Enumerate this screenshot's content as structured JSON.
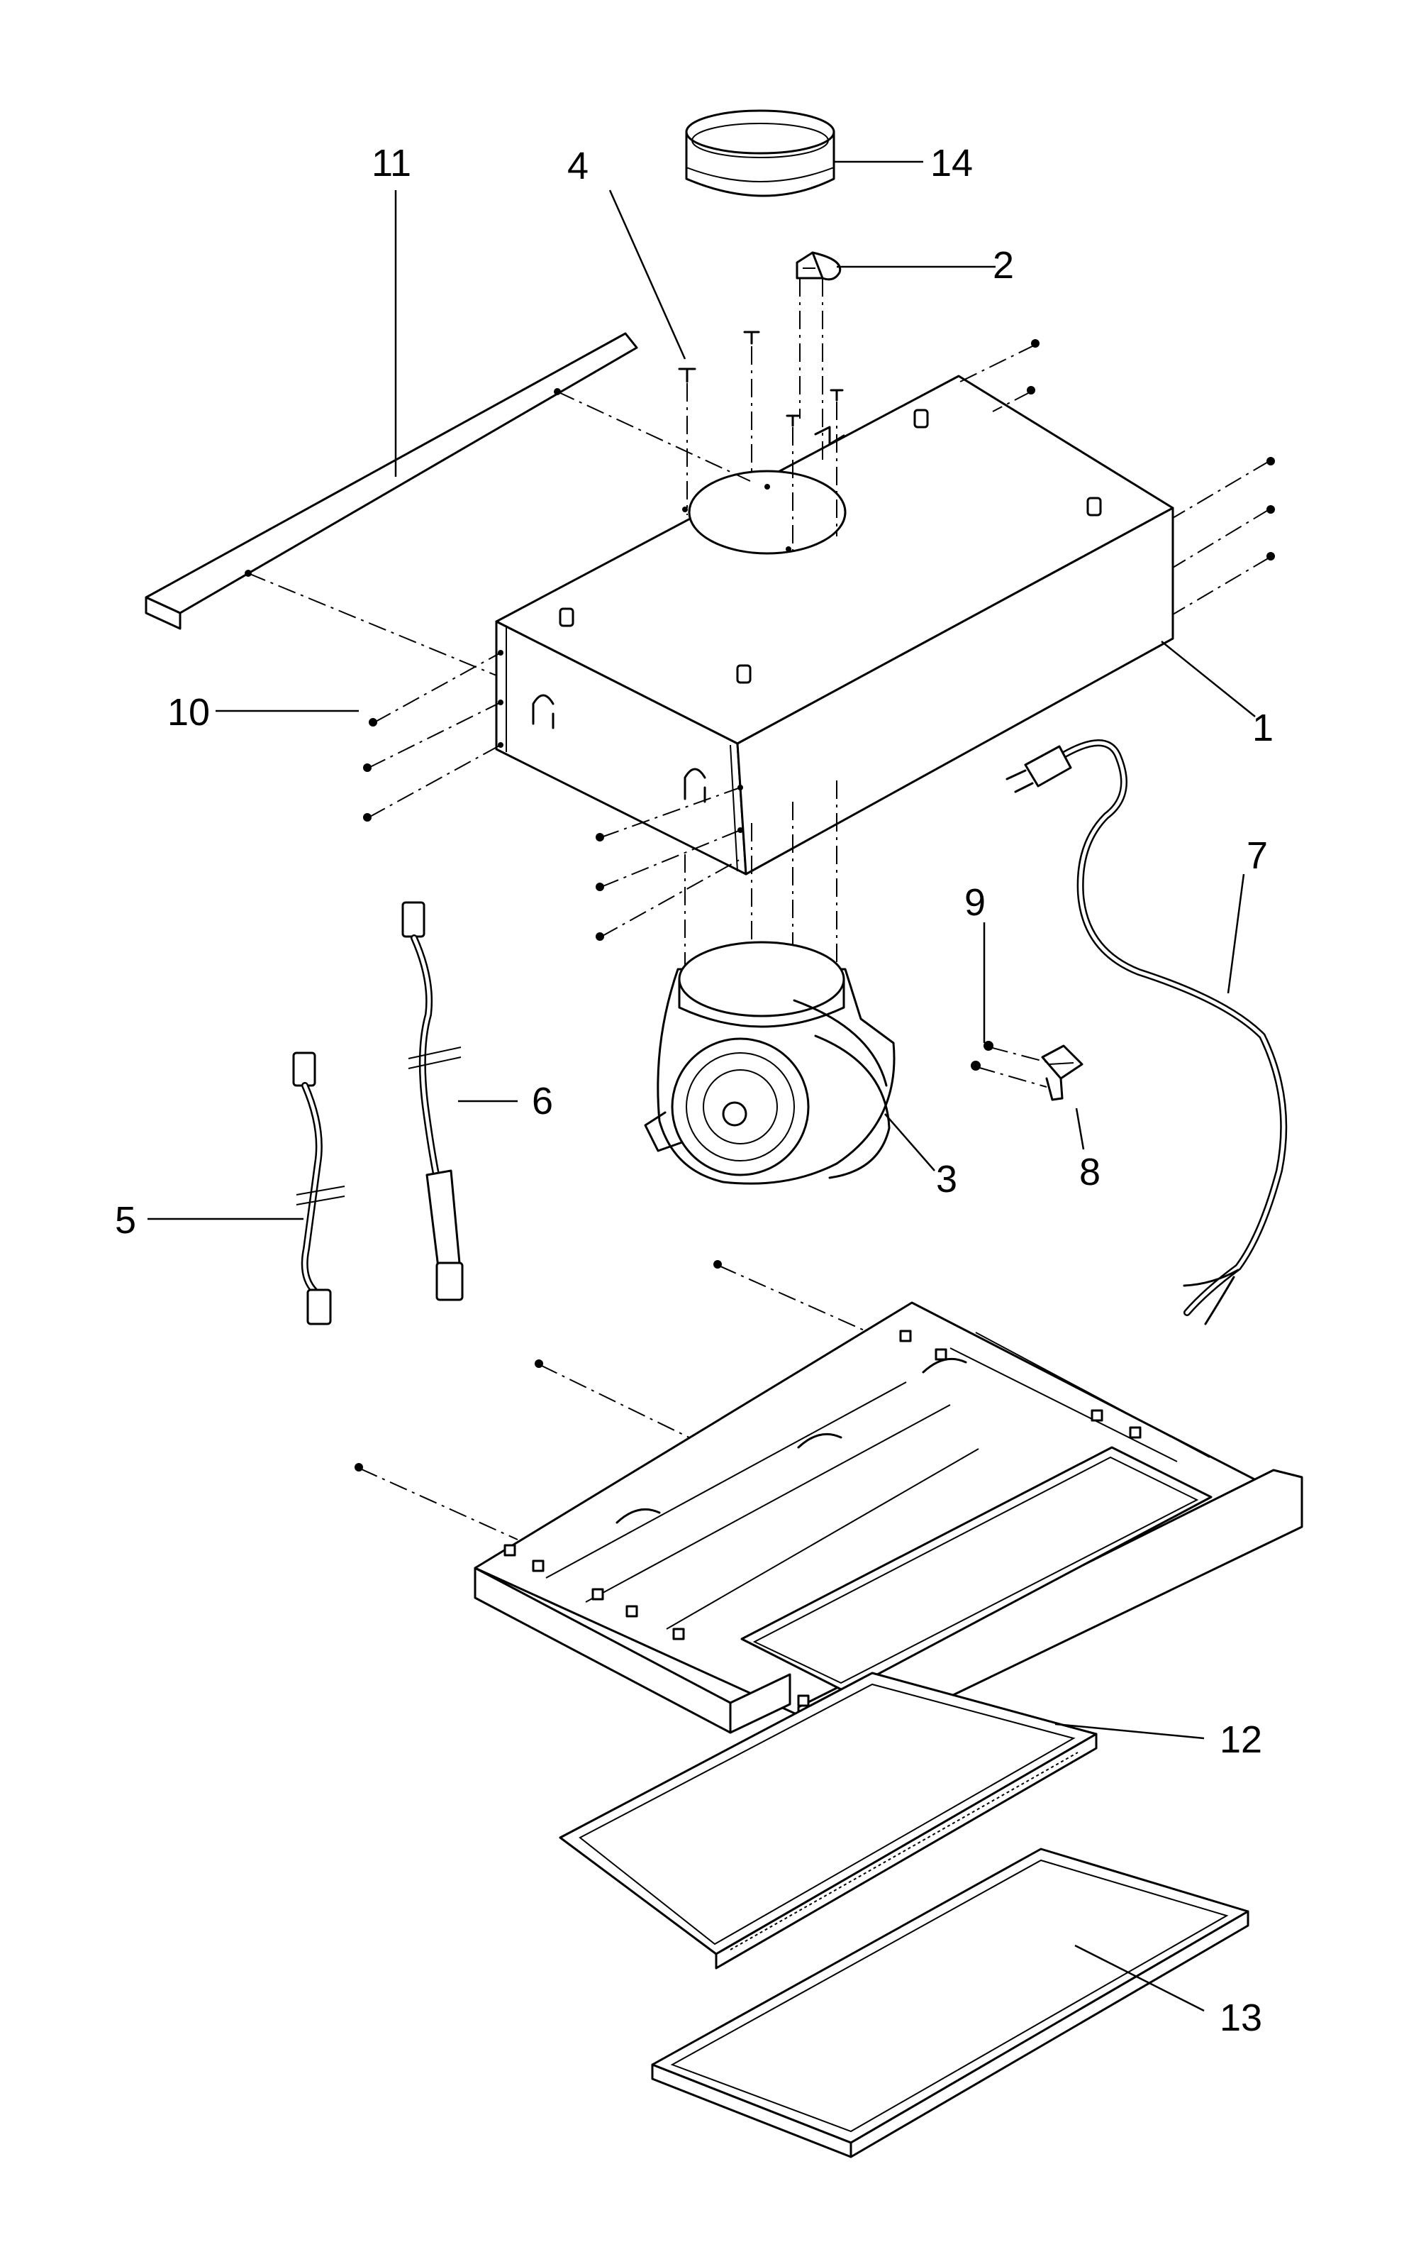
{
  "diagram": {
    "callouts": [
      {
        "id": "p1",
        "label": "1"
      },
      {
        "id": "p2",
        "label": "2"
      },
      {
        "id": "p3",
        "label": "3"
      },
      {
        "id": "p4",
        "label": "4"
      },
      {
        "id": "p5",
        "label": "5"
      },
      {
        "id": "p6",
        "label": "6"
      },
      {
        "id": "p7",
        "label": "7"
      },
      {
        "id": "p8",
        "label": "8"
      },
      {
        "id": "p9",
        "label": "9"
      },
      {
        "id": "p10",
        "label": "10"
      },
      {
        "id": "p11",
        "label": "11"
      },
      {
        "id": "p12",
        "label": "12"
      },
      {
        "id": "p13",
        "label": "13"
      },
      {
        "id": "p14",
        "label": "14"
      }
    ]
  }
}
